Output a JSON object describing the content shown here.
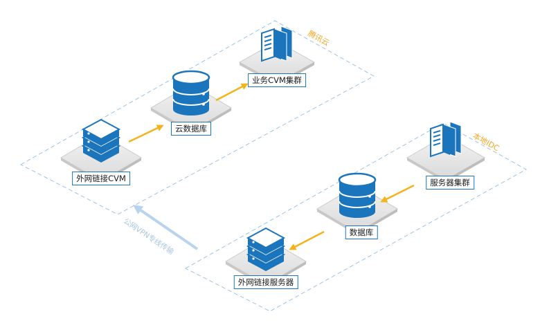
{
  "zones": {
    "cloud": "腾讯云",
    "idc": "本地IDC"
  },
  "nodes": {
    "cvm": "外网链接CVM",
    "cloud_db": "云数据库",
    "cvm_cluster": "业务CVM集群",
    "server_cluster": "服务器集群",
    "db": "数据库",
    "server": "外网链接服务器"
  },
  "vpn_label": "公网VPN专线传输",
  "colors": {
    "outline": "#1b75bc",
    "fill_top": "#ffffff",
    "arrow": "#f5b21a",
    "zone_border": "#9cc3e2",
    "zone_text": "#f5a623",
    "vpn_arrow": "#b9d3ec"
  }
}
